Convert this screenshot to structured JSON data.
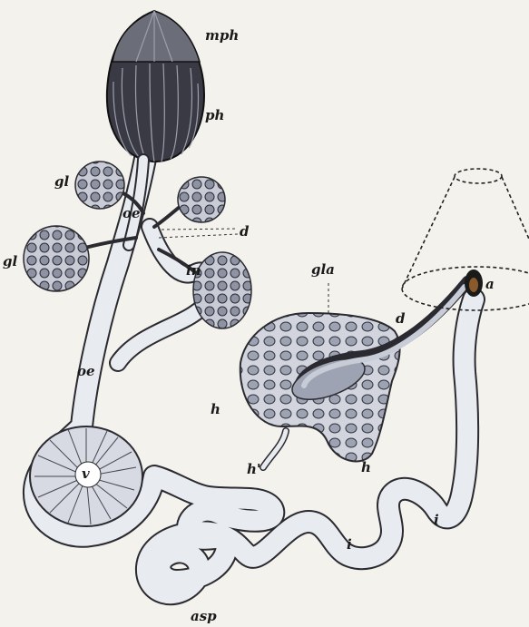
{
  "figure": {
    "labels": {
      "mph": "mph",
      "ph": "ph",
      "gl_upper": "gl",
      "gl_lower": "gl",
      "oe_upper": "oe",
      "oe_lower": "oe",
      "d_left": "d",
      "d_right": "d",
      "in": "in",
      "gla": "gla",
      "a": "a",
      "h_left": "h",
      "h_prime": "h'",
      "h_bottom": "h",
      "v": "v",
      "i_mid": "i",
      "i_right": "i",
      "asp": "asp"
    },
    "colors": {
      "paper": "#f4f2ec",
      "ink": "#1a1a1a",
      "pharynx": "#3a3a44",
      "gut": "#e6e9ef",
      "gland": "#b9bdc9"
    }
  }
}
